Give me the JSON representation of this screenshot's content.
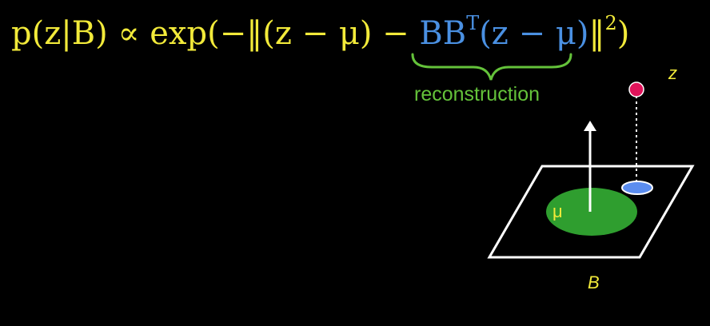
{
  "formula": {
    "lhs": "p(z|B) ∝ exp(−‖(z − μ) − ",
    "proj_main": "BB",
    "proj_sup": "T",
    "proj_tail": "(z − μ)",
    "rhs": "‖",
    "rhs_sup": "2",
    "close": ")"
  },
  "brace_label": "reconstruction",
  "diagram": {
    "point_label": "z",
    "mean_label": "μ",
    "plane_label": "B"
  },
  "colors": {
    "background": "#000000",
    "formula_yellow": "#f2ea3a",
    "projection_blue": "#4a90e2",
    "brace_green": "#64c23a",
    "disk_green": "#2f9e2f",
    "point_magenta": "#e0135a",
    "projection_disk_blue": "#5b8def",
    "plane_white": "#ffffff"
  }
}
